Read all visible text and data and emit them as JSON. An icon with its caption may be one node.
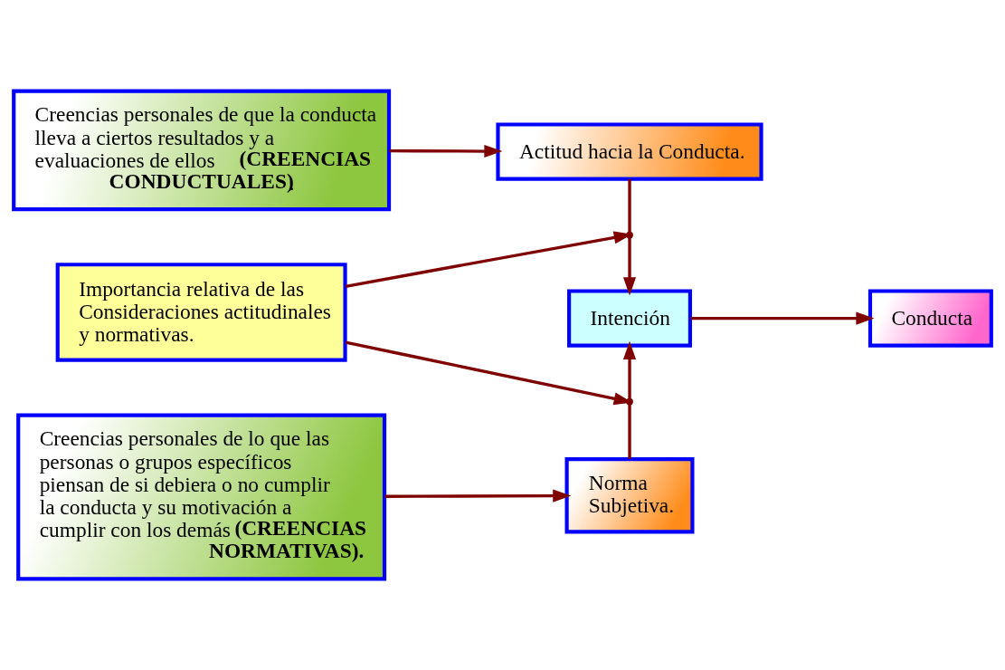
{
  "diagram": {
    "nodes": [
      {
        "text": [
          "Creencias personales de que la conducta lleva a ciertos resultados y a evaluaciones de ellos **(CREENCIAS CONDUCTUALES)**."
        ]
      },
      {
        "text": [
          "Actitud hacia la Conducta."
        ]
      },
      {
        "text": [
          "Importancia relativa de las Consideraciones actitudinales y normativas."
        ]
      },
      {
        "text": [
          "Intención"
        ]
      },
      {
        "text": [
          "Conducta"
        ]
      },
      {
        "text": [
          "Creencias personales de lo que las personas o grupos específicos piensan de si debiera o no cumplir la conducta y su motivación a cumplir con los demás **(CREENCIAS NORMATIVAS).**"
        ]
      },
      {
        "text": [
          "Norma Subjetiva."
        ]
      }
    ],
    "edges": [
      {
        "from": 0,
        "to": 1,
        "arrow": "to"
      },
      {
        "from": 1,
        "to": 3,
        "arrow": "to"
      },
      {
        "from": 2,
        "to": null,
        "arrow": "to"
      },
      {
        "from": 2,
        "to": null,
        "arrow": "to"
      },
      {
        "from": 3,
        "to": 4,
        "arrow": "to"
      },
      {
        "from": 5,
        "to": 6,
        "arrow": "to"
      },
      {
        "from": 6,
        "to": 3,
        "arrow": "to"
      }
    ]
  }
}
